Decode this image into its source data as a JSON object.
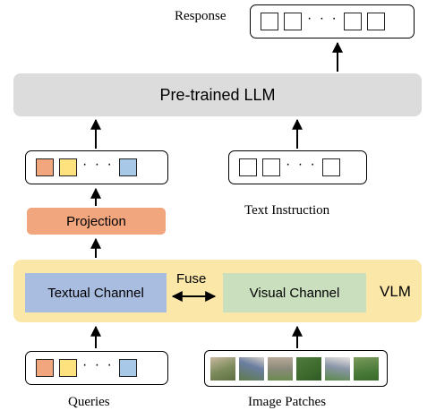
{
  "labels": {
    "response": "Response",
    "llm": "Pre-trained LLM",
    "text_instruction": "Text Instruction",
    "projection": "Projection",
    "textual_channel": "Textual Channel",
    "visual_channel": "Visual Channel",
    "fuse": "Fuse",
    "vlm": "VLM",
    "queries": "Queries",
    "image_patches": "Image Patches"
  },
  "dots": "· · ·",
  "colors": {
    "query_tokens": [
      "#f2a67d",
      "#fde27d",
      "#a8c8e8"
    ],
    "llm": "#dcdcdc",
    "projection": "#f2a67d",
    "vlm": "#fbe7a8",
    "textual_channel": "#a8bde0",
    "visual_channel": "#c9dfbd",
    "image_patches": [
      "#7a8a5a",
      "#5e7a4a",
      "#6b8b4f",
      "#4f7a3e",
      "#8a9a6a",
      "#5a8a4a"
    ]
  }
}
